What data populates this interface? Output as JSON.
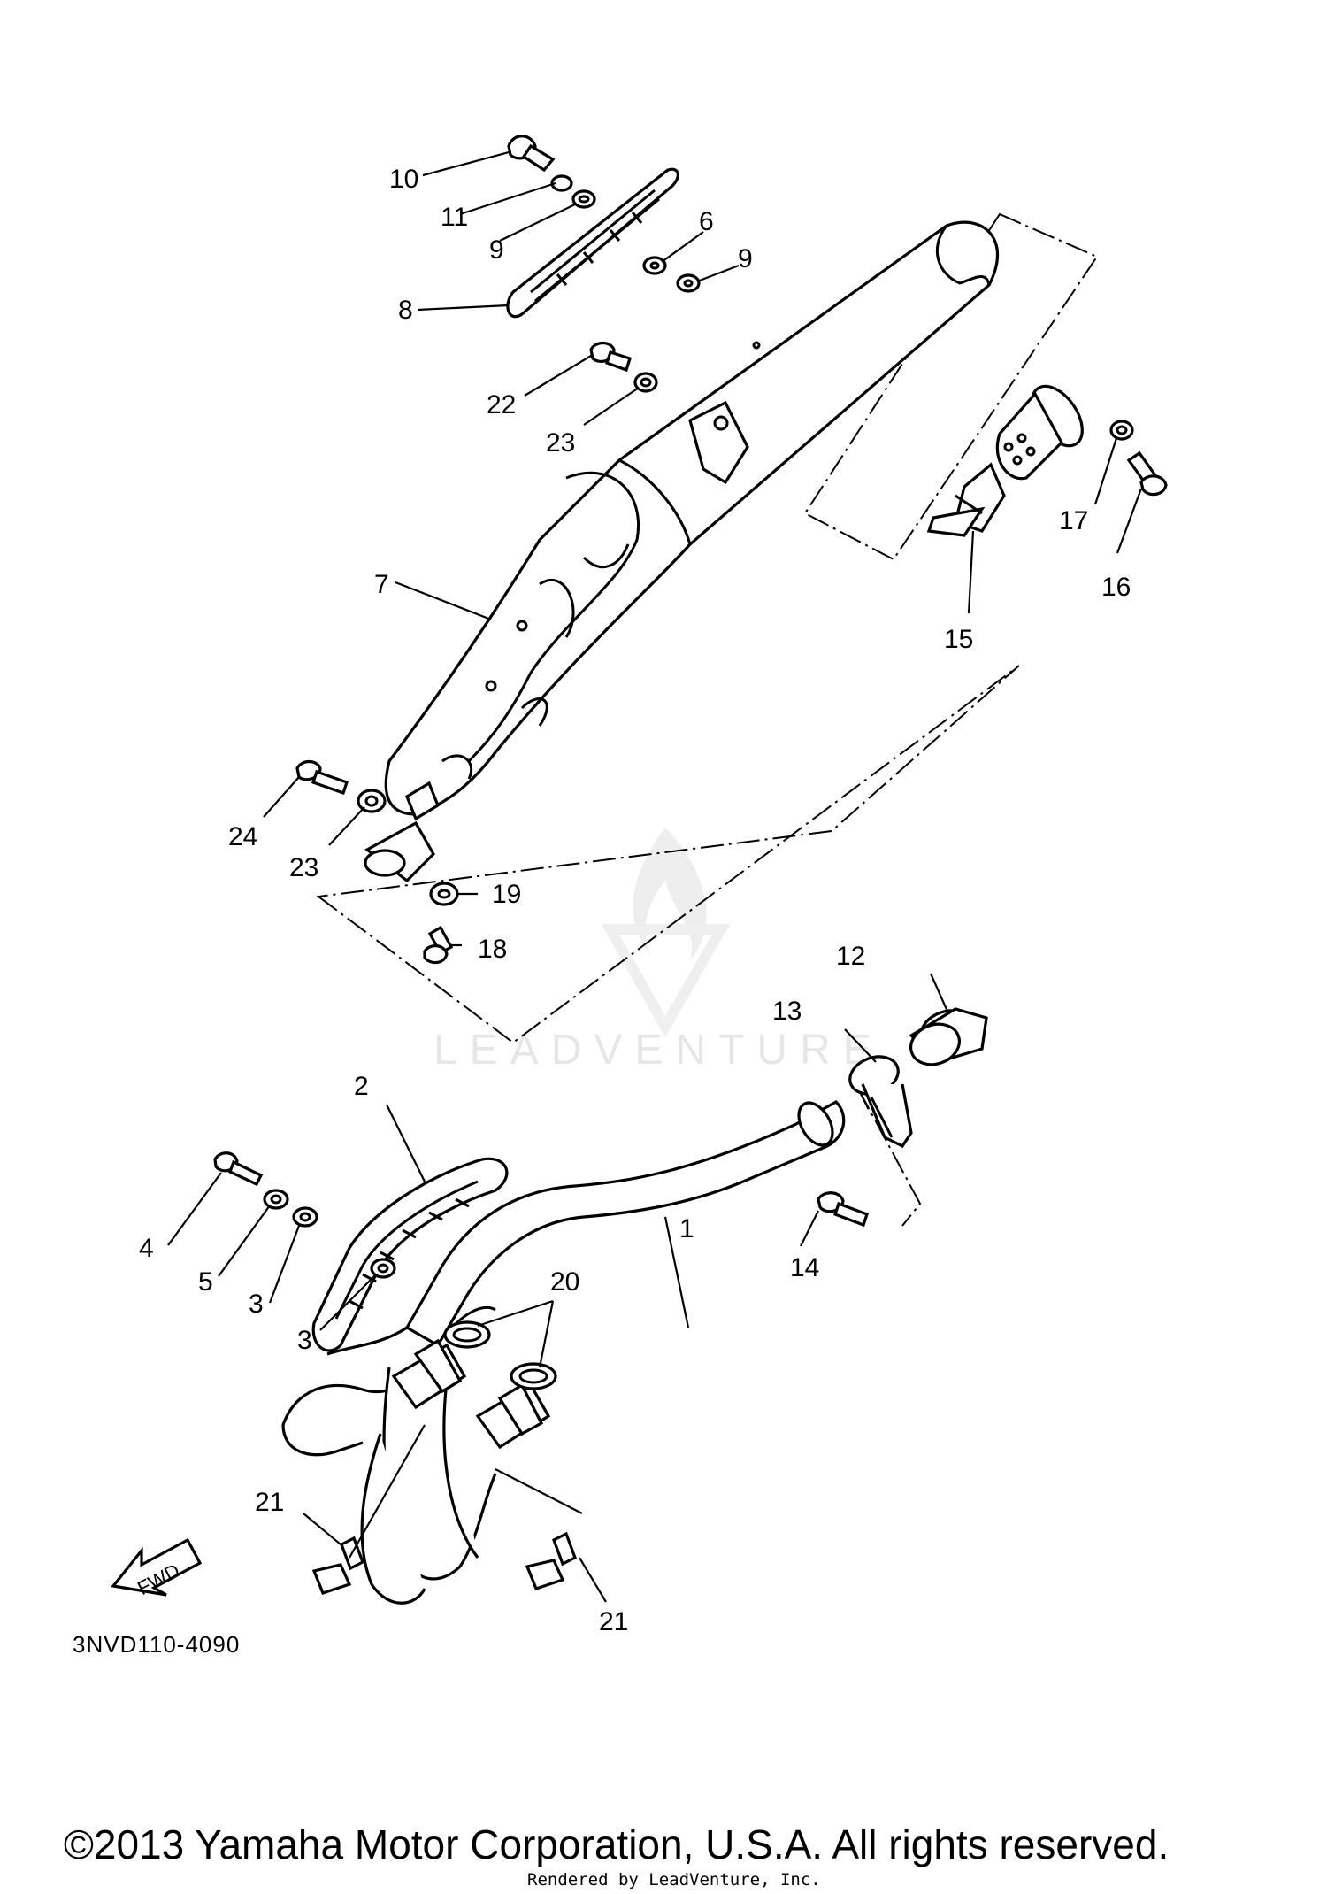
{
  "diagram": {
    "callouts": [
      "1",
      "2",
      "3",
      "3",
      "4",
      "5",
      "6",
      "7",
      "8",
      "9",
      "9",
      "10",
      "11",
      "12",
      "13",
      "14",
      "15",
      "16",
      "17",
      "18",
      "19",
      "20",
      "21",
      "21",
      "22",
      "23",
      "23",
      "24"
    ],
    "direction_label": "FWD",
    "diagram_code": "3NVD110-4090",
    "watermark": "LEADVENTURE"
  },
  "footer": {
    "copyright": "©2013 Yamaha Motor Corporation, U.S.A. All rights reserved.",
    "rendered_by": "Rendered by LeadVenture, Inc."
  }
}
